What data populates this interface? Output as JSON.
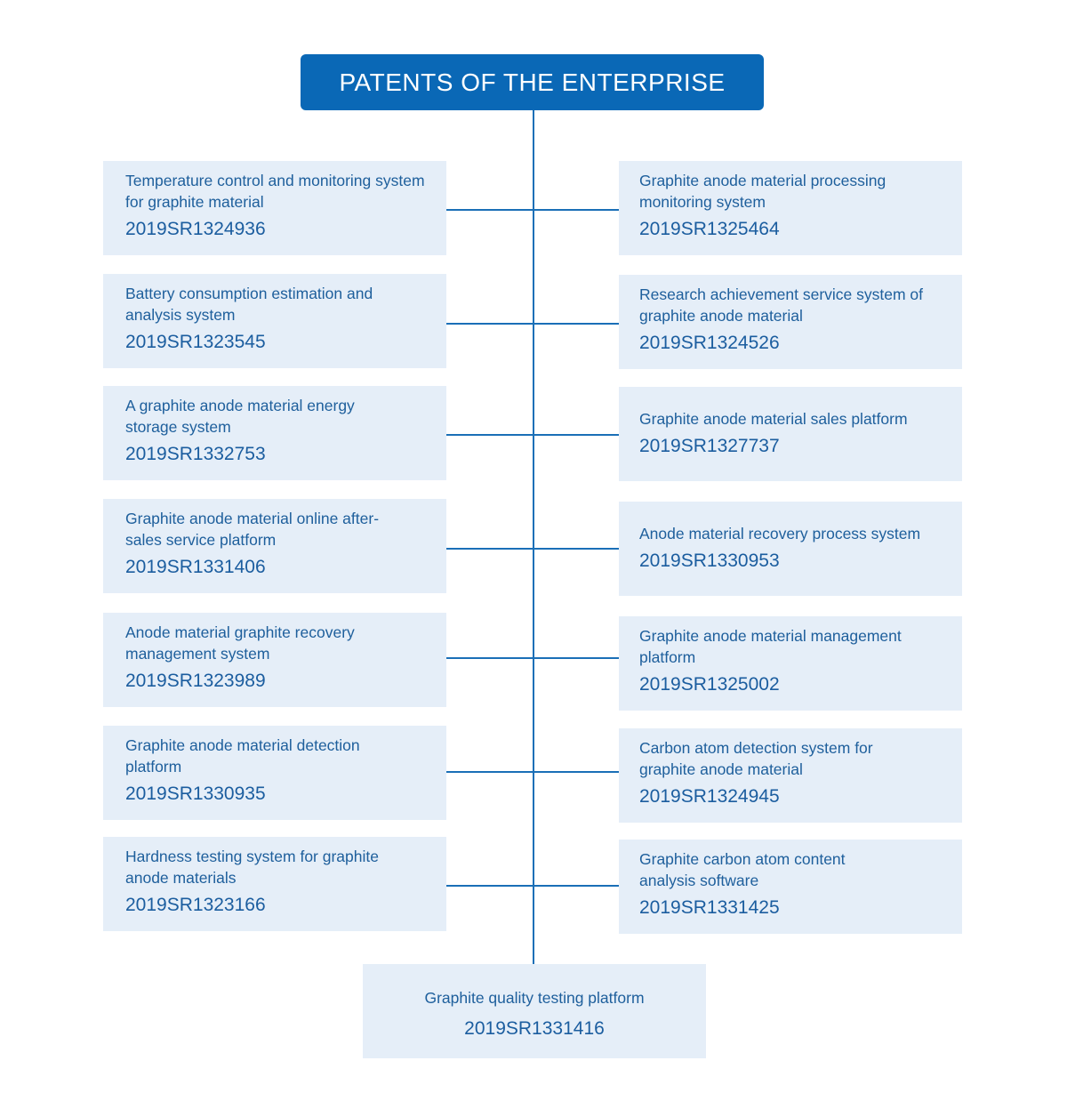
{
  "header": {
    "title": "PATENTS OF THE ENTERPRISE"
  },
  "left": [
    {
      "title": "Temperature control and monitoring system for graphite material",
      "code": "2019SR1324936"
    },
    {
      "title": "Battery consumption estimation and analysis system",
      "code": "2019SR1323545"
    },
    {
      "title": "A graphite anode material energy storage system",
      "code": "2019SR1332753"
    },
    {
      "title": "Graphite anode material online after-sales service platform",
      "code": "2019SR1331406"
    },
    {
      "title": "Anode material graphite recovery management system",
      "code": "2019SR1323989"
    },
    {
      "title": "Graphite anode material detection platform",
      "code": "2019SR1330935"
    },
    {
      "title": "Hardness testing system for graphite anode materials",
      "code": "2019SR1323166"
    }
  ],
  "right": [
    {
      "title": "Graphite anode material processing monitoring system",
      "code": "2019SR1325464"
    },
    {
      "title": "Research achievement service system of graphite anode material",
      "code": "2019SR1324526"
    },
    {
      "title": "Graphite anode material sales platform",
      "code": "2019SR1327737"
    },
    {
      "title": "Anode material recovery process system",
      "code": "2019SR1330953"
    },
    {
      "title": "Graphite anode material management platform",
      "code": "2019SR1325002"
    },
    {
      "title": "Carbon atom detection system for graphite anode material",
      "code": "2019SR1324945"
    },
    {
      "title": "Graphite carbon atom content analysis software",
      "code": "2019SR1331425"
    }
  ],
  "bottom": {
    "title": "Graphite quality testing platform",
    "code": "2019SR1331416"
  }
}
